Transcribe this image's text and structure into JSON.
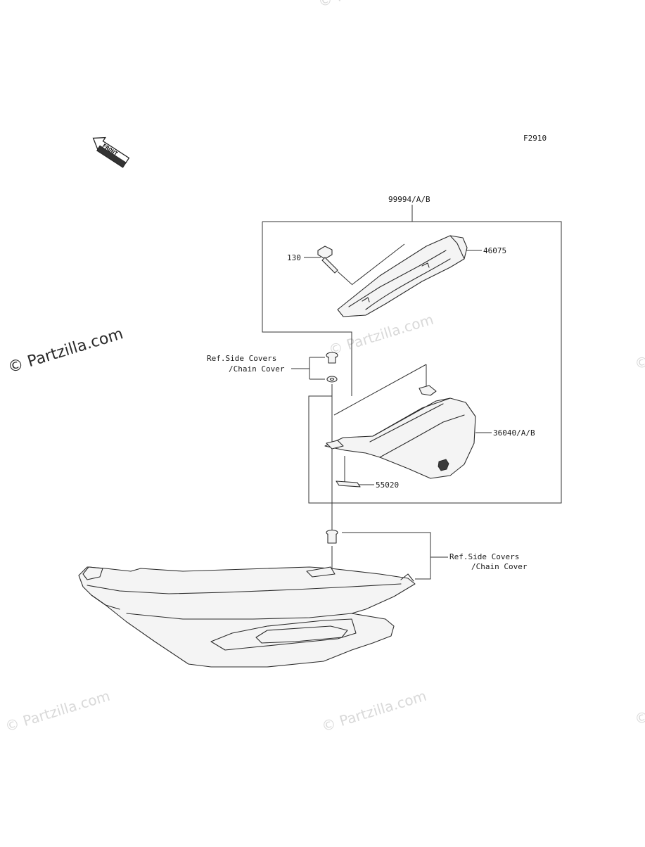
{
  "diagram": {
    "code": "F2910",
    "front_arrow_label": "FRONT",
    "watermark": "© Partzilla.com",
    "labels": {
      "kit": "99994/A/B",
      "bolt": "130",
      "handle": "46075",
      "ref_top_line1": "Ref.Side Covers",
      "ref_top_line2": "/Chain Cover",
      "cover": "36040/A/B",
      "pad": "55020",
      "ref_bottom_line1": "Ref.Side Covers",
      "ref_bottom_line2": "/Chain Cover"
    }
  }
}
